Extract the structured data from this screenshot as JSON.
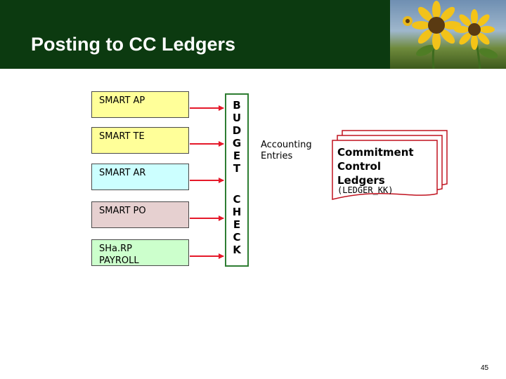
{
  "title": "Posting to CC Ledgers",
  "sources": [
    {
      "lines": [
        "SMART AP"
      ],
      "color": "#ffff99"
    },
    {
      "lines": [
        "SMART TE"
      ],
      "color": "#ffff99"
    },
    {
      "lines": [
        "SMART AR"
      ],
      "color": "#ccffff"
    },
    {
      "lines": [
        "SMART PO"
      ],
      "color": "#e6d0d0"
    },
    {
      "lines": [
        "SHa.RP",
        "PAYROLL"
      ],
      "color": "#ccffcc"
    }
  ],
  "budget_check": {
    "word1": "BUDGET",
    "word2": "CHECK",
    "border_color": "#2e7d32"
  },
  "accounting_entries": [
    "Accounting",
    "Entries"
  ],
  "ledger": {
    "lines": [
      "Commitment",
      "Control",
      "Ledgers"
    ],
    "sub_label": "(LEDGER_KK)"
  },
  "arrow_color": "#e5192a",
  "page_number": "45"
}
